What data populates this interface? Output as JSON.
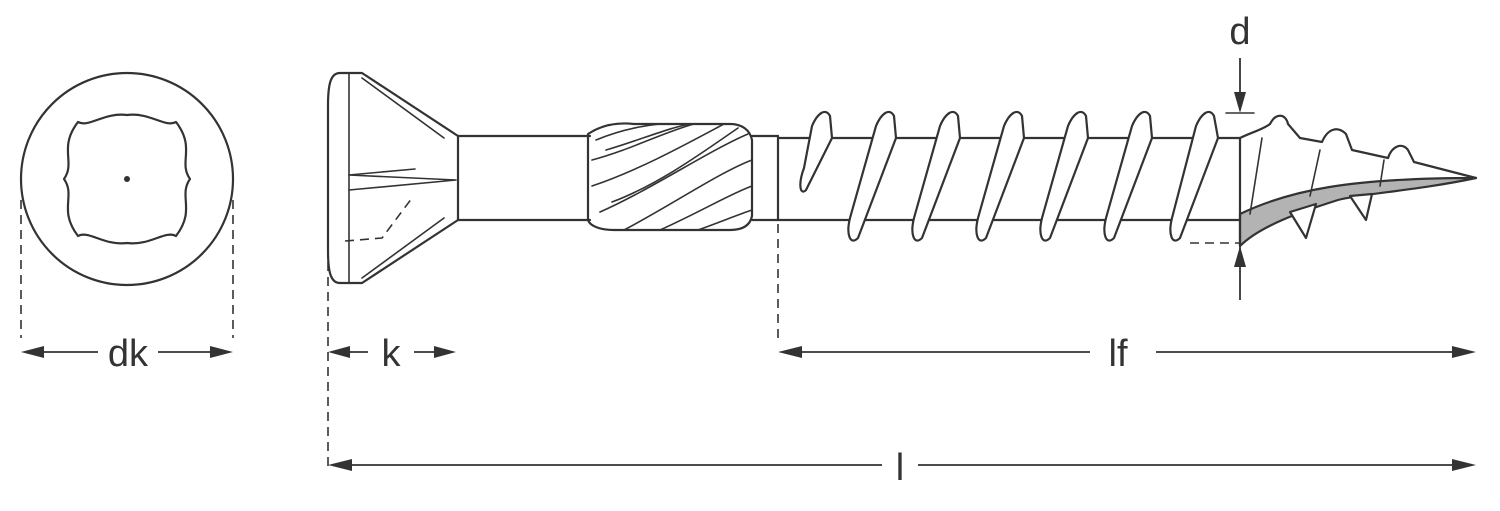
{
  "diagram": {
    "labels": {
      "dk": "dk",
      "k": "k",
      "lf": "lf",
      "l": "l",
      "d": "d"
    },
    "colors": {
      "line": "#333333",
      "cut_fill": "#b3b3b3",
      "background": "#ffffff"
    },
    "icons": {
      "head_view": "torx-drive-icon"
    }
  }
}
